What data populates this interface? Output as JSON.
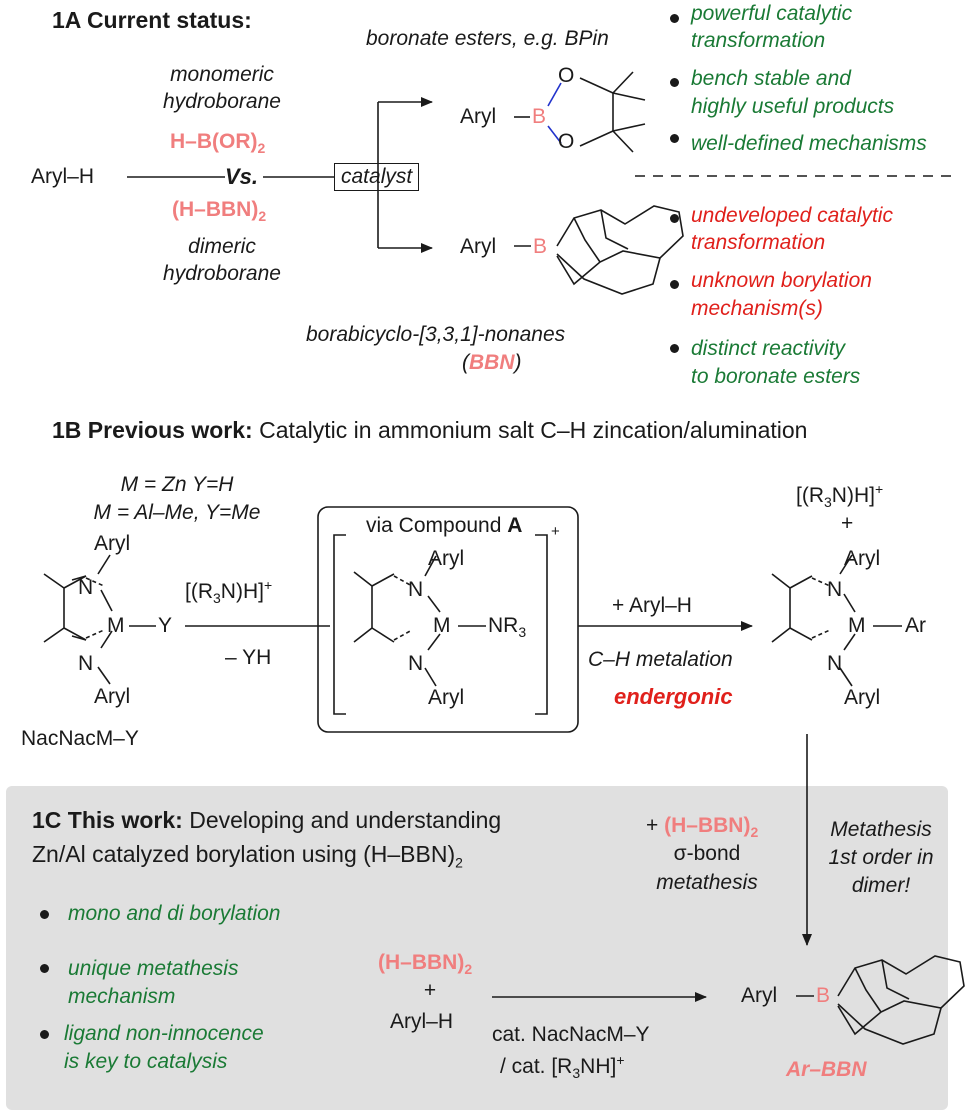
{
  "section_1a": {
    "heading": "1A Current status:",
    "aryl_h": "Aryl–H",
    "monomeric_line1": "monomeric",
    "monomeric_line2": "hydroborane",
    "hbor2": "H–B(OR)",
    "hbor2_sub": "2",
    "vs": "Vs.",
    "hbbn2": "(H–BBN)",
    "hbbn2_sub": "2",
    "dimeric_line1": "dimeric",
    "dimeric_line2": "hydroborane",
    "catalyst": "catalyst",
    "boronate_esters": "boronate esters, e.g. BPin",
    "aryl_top": "Aryl",
    "b_top": "B",
    "o_upper": "O",
    "o_lower": "O",
    "aryl_bottom": "Aryl",
    "b_bottom": "B",
    "bbn_caption_line1": "borabicyclo-[3,3,1]-nonanes",
    "bbn_caption_open": "(",
    "bbn_caption_bbn": "BBN",
    "bbn_caption_close": ")",
    "top_bullets": [
      {
        "line1": "powerful catalytic",
        "line2": "transformation"
      },
      {
        "line1": "bench stable and",
        "line2": "highly useful products"
      },
      {
        "line1": "well-defined mechanisms",
        "line2": ""
      }
    ],
    "bottom_bullets": [
      {
        "line1": "undeveloped catalytic",
        "line2": "transformation"
      },
      {
        "line1": "unknown borylation",
        "line2": "mechanism(s)"
      },
      {
        "line1": "distinct reactivity",
        "line2": "to boronate esters"
      }
    ]
  },
  "section_1b": {
    "heading_bold": "1B Previous work:",
    "heading_rest": "Catalytic in ammonium salt C–H zincation/alumination",
    "m_zn": "M = Zn Y=H",
    "m_al": "M = Al–Me, Y=Me",
    "nacnac_label": "NacNacM–Y",
    "aryl": "Aryl",
    "n": "N",
    "m": "M",
    "y": "Y",
    "reagent_top": "[(R",
    "reagent_sub": "3",
    "reagent_mid": "N)H]",
    "reagent_sup": "+",
    "minus_yh": "– YH",
    "via_compound": "via Compound ",
    "compound_letter": "A",
    "nr3": "NR",
    "nr3_sub": "3",
    "plus_sup": "+",
    "plus_aryl_h": "+ Aryl–H",
    "ch_metalation": "C–H metalation",
    "endergonic": "endergonic",
    "product_salt_top": "[(R",
    "product_salt_sub": "3",
    "product_salt_mid": "N)H]",
    "product_salt_sup": "+",
    "product_plus": "+",
    "ar": "Ar"
  },
  "section_1c": {
    "heading_bold": "1C This work:",
    "heading_rest": "Developing and understanding",
    "heading_line2": "Zn/Al catalyzed borylation using (H–BBN)",
    "heading_line2_sub": "2",
    "bullets": [
      {
        "line1": "mono and di borylation",
        "line2": ""
      },
      {
        "line1": "unique metathesis",
        "line2": "mechanism"
      },
      {
        "line1": "ligand non-innocence",
        "line2": "is key to catalysis"
      }
    ],
    "plus_hbbn_prefix": "+ ",
    "plus_hbbn": "(H–BBN)",
    "plus_hbbn_sub": "2",
    "sigma_bond": "σ-bond",
    "metathesis": "metathesis",
    "note_line1": "Metathesis",
    "note_line2": "1st order in",
    "note_line3": "dimer!",
    "reactant_hbbn": "(H–BBN)",
    "reactant_hbbn_sub": "2",
    "reactant_plus": "+",
    "reactant_aryl_h": "Aryl–H",
    "cond_line1": "cat. NacNacM–Y",
    "cond_line2": "/ cat. [R",
    "cond_line2_sub": "3",
    "cond_line2_end": "NH]",
    "cond_line2_sup": "+",
    "product_aryl": "Aryl",
    "product_b": "B",
    "product_label": "Ar–BBN"
  }
}
